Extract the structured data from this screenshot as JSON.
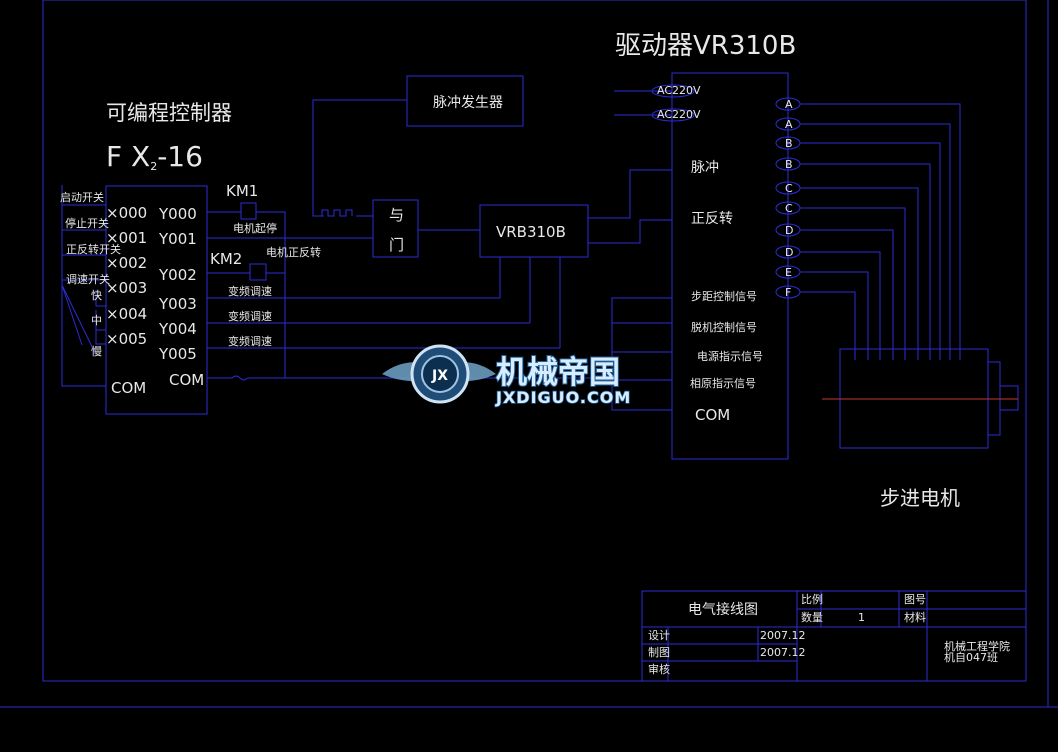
{
  "plc": {
    "title": "可编程控制器",
    "model_main": "F X",
    "model_sub": "2",
    "model_tail": "-16",
    "inputs": [
      "×000",
      "×001",
      "×002",
      "×003",
      "×004",
      "×005"
    ],
    "input_com": "COM",
    "outputs": [
      "Y000",
      "Y001",
      "Y002",
      "Y003",
      "Y004",
      "Y005"
    ],
    "output_com": "COM"
  },
  "switches": {
    "start": "启动开关",
    "stop": "停止开关",
    "fwd_rev": "正反转开关",
    "speed": "调速开关",
    "fast": "快",
    "mid": "中",
    "slow": "慢"
  },
  "relays": {
    "km1": "KM1",
    "km2": "KM2",
    "motor_start_stop": "电机起停",
    "motor_fwd_rev": "电机正反转",
    "freq1": "变频调速",
    "freq2": "变频调速",
    "freq3": "变频调速"
  },
  "pulse_generator": "脉冲发生器",
  "and_gate": {
    "line1": "与",
    "line2": "门"
  },
  "vrb": "VRB310B",
  "driver": {
    "title": "驱动器VR310B",
    "ac1": "AC220V",
    "ac2": "AC220V",
    "pulse": "脉冲",
    "fwd_rev": "正反转",
    "sig1": "步距控制信号",
    "sig2": "脱机控制信号",
    "sig3": "电源指示信号",
    "sig4": "相原指示信号",
    "com": "COM",
    "terminals": [
      "A",
      "A",
      "B",
      "B",
      "C",
      "C",
      "D",
      "D",
      "E",
      "F"
    ]
  },
  "motor_label": "步进电机",
  "watermark": {
    "brand": "机械帝国",
    "url": "JXDIGUO.COM",
    "emblem": "JX"
  },
  "title_block": {
    "drawing_title": "电气接线图",
    "scale_label": "比例",
    "scale_value": "",
    "drawing_no_label": "图号",
    "qty_label": "数量",
    "qty_value": "1",
    "material_label": "材料",
    "designer_label": "设计",
    "designer_date": "2007.12",
    "drafter_label": "制图",
    "drafter_date": "2007.12",
    "reviewer_label": "审核",
    "school_line1": "机械工程学院",
    "school_line2": "机自047班"
  },
  "colors": {
    "background": "#000000",
    "line": "#2b2bd6",
    "text": "#e8e8e8",
    "motor_axis": "#c0392b"
  }
}
